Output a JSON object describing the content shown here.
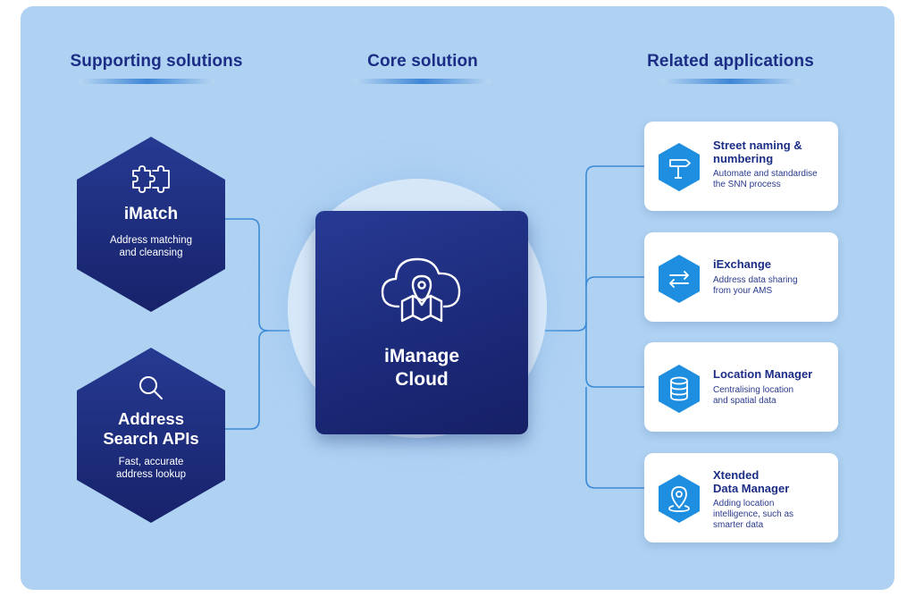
{
  "columns": {
    "left": "Supporting solutions",
    "center": "Core solution",
    "right": "Related applications"
  },
  "supporting": [
    {
      "title": "iMatch",
      "desc_line1": "Address matching",
      "desc_line2": "and cleansing",
      "icon": "puzzle-icon"
    },
    {
      "title_line1": "Address",
      "title_line2": "Search APIs",
      "desc_line1": "Fast, accurate",
      "desc_line2": "address lookup",
      "icon": "search-icon"
    }
  ],
  "core": {
    "title_line1": "iManage",
    "title_line2": "Cloud",
    "icon": "cloud-map-pin-icon"
  },
  "related": [
    {
      "title_line1": "Street naming &",
      "title_line2": "numbering",
      "desc_line1": "Automate and standardise",
      "desc_line2": "the SNN process",
      "desc_line3": "",
      "icon": "signpost-icon"
    },
    {
      "title_line1": "iExchange",
      "title_line2": "",
      "desc_line1": "Address data sharing",
      "desc_line2": "from your AMS",
      "desc_line3": "",
      "icon": "exchange-arrows-icon"
    },
    {
      "title_line1": "Location Manager",
      "title_line2": "",
      "desc_line1": "Centralising location",
      "desc_line2": "and spatial data",
      "desc_line3": "",
      "icon": "database-icon"
    },
    {
      "title_line1": "Xtended",
      "title_line2": "Data Manager",
      "desc_line1": "Adding location",
      "desc_line2": "intelligence, such as",
      "desc_line3": "smarter data",
      "icon": "map-pin-icon"
    }
  ],
  "colors": {
    "background": "#afd2f2",
    "navy": "#1c2d86",
    "connector": "#3b8ad8",
    "icon_blue": "#1e8ee0"
  }
}
